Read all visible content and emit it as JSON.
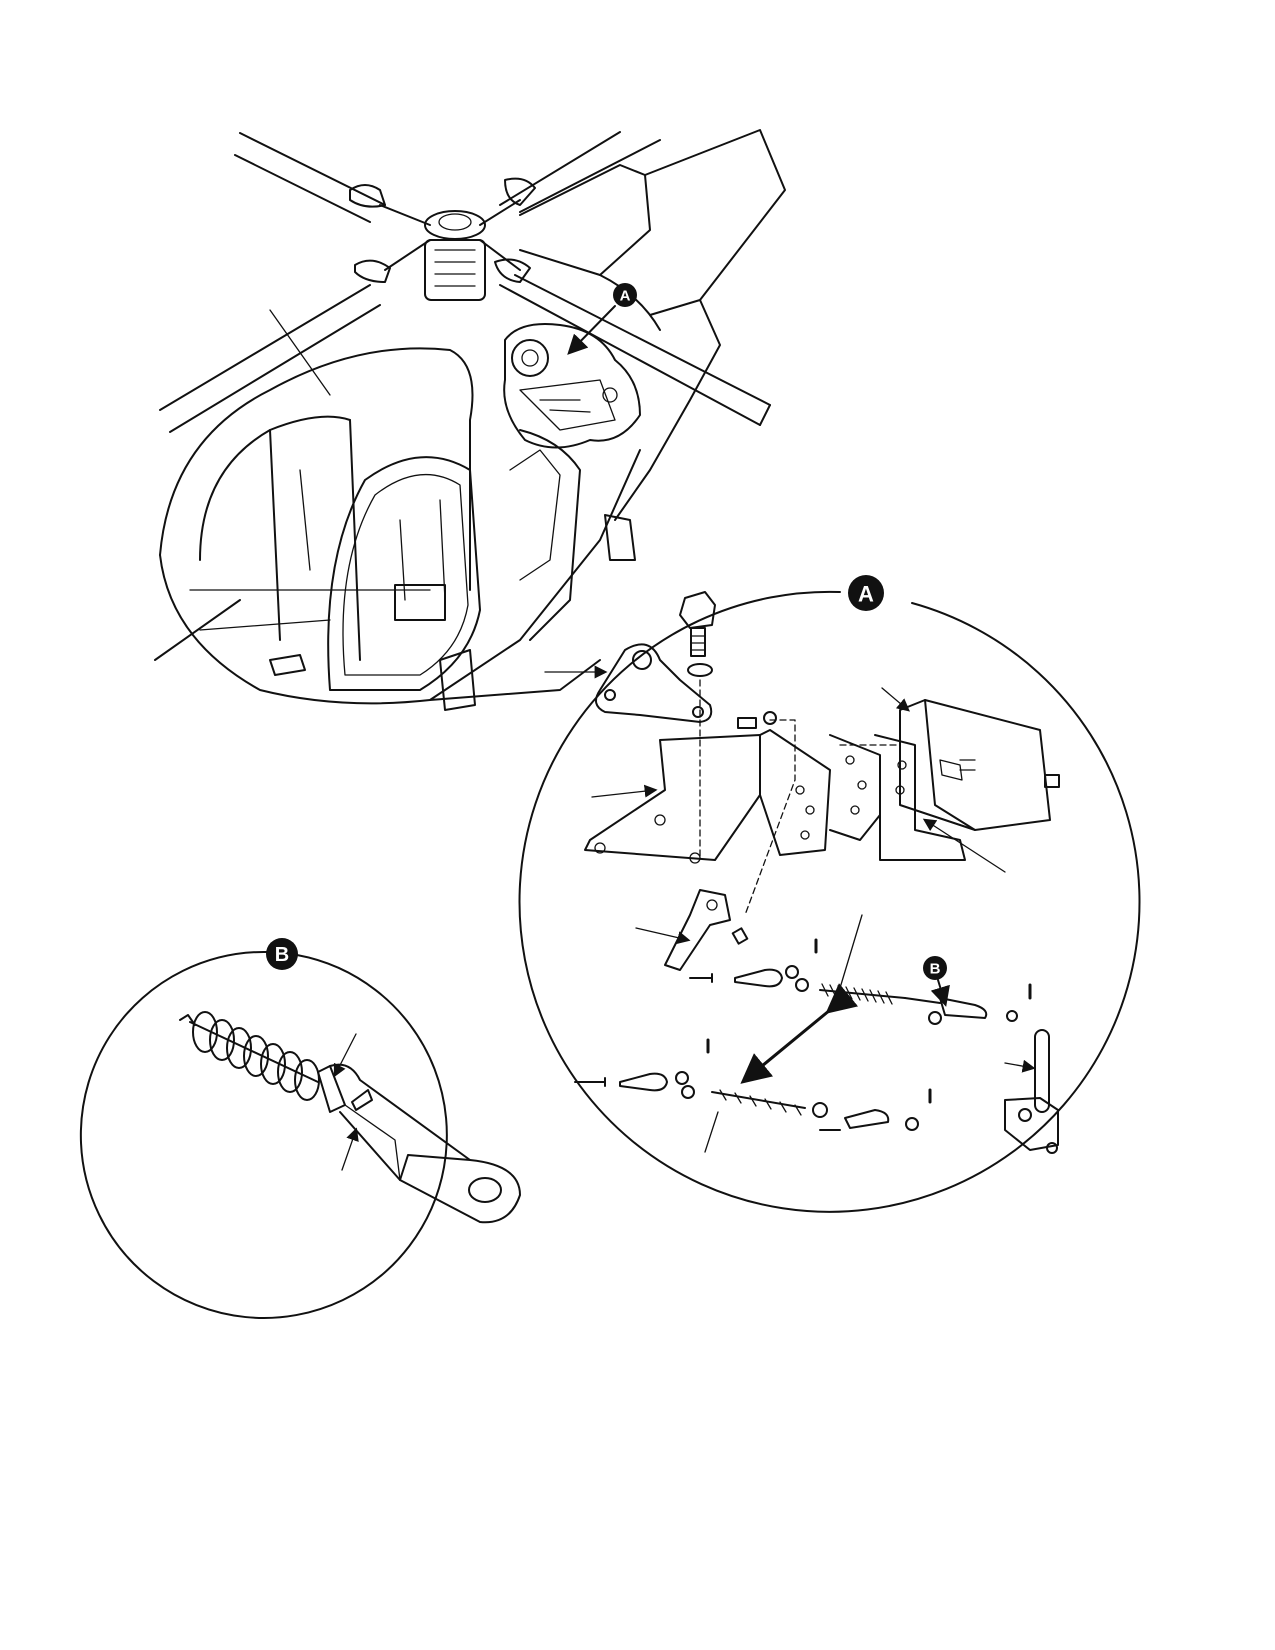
{
  "callouts": {
    "a_small": "A",
    "a_large": "A",
    "b_small": "B",
    "b_large": "B"
  },
  "icons": {
    "callout_marker": "filled-circle-letter"
  },
  "colors": {
    "line": "#111111",
    "background": "#ffffff"
  }
}
